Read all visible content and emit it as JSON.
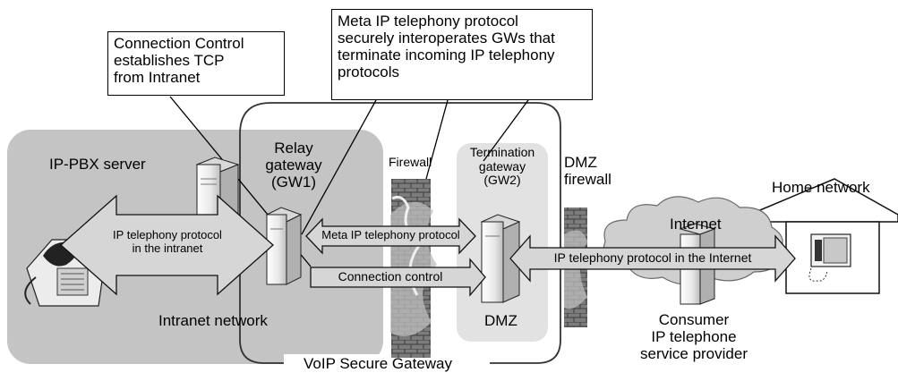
{
  "callouts": {
    "connection_control": [
      "Connection Control",
      "establishes TCP",
      "from Intranet"
    ],
    "meta_protocol": [
      "Meta IP telephony protocol",
      "securely interoperates GWs that",
      "terminate incoming IP telephony",
      "protocols"
    ]
  },
  "labels": {
    "ip_pbx_server": "IP-PBX server",
    "relay_gateway": [
      "Relay",
      "gateway",
      "(GW1)"
    ],
    "firewall": "Firewall",
    "termination_gateway": [
      "Termination",
      "gateway",
      "(GW2)"
    ],
    "dmz_firewall": [
      "DMZ",
      "firewall"
    ],
    "home_network": "Home network",
    "internet": "Internet",
    "intranet_network": "Intranet network",
    "dmz": "DMZ",
    "consumer_provider": [
      "Consumer",
      "IP telephone",
      "service provider"
    ],
    "voip_secure_gateway": "VoIP Secure Gateway"
  },
  "arrows": {
    "intranet_protocol": [
      "IP telephony protocol",
      "in the intranet"
    ],
    "meta_protocol": "Meta IP telephony protocol",
    "connection_control": "Connection control",
    "internet_protocol": "IP telephony protocol in the Internet"
  },
  "colors": {
    "zone_fill": "#c4c4c4",
    "dmz_fill": "#e2e2e2",
    "arrow_fill": "#d6d6d6",
    "cloud_fill": "#cfcfcf",
    "server_fill": "#f2f2f2",
    "firewall_fill": "#8a8a8a"
  }
}
